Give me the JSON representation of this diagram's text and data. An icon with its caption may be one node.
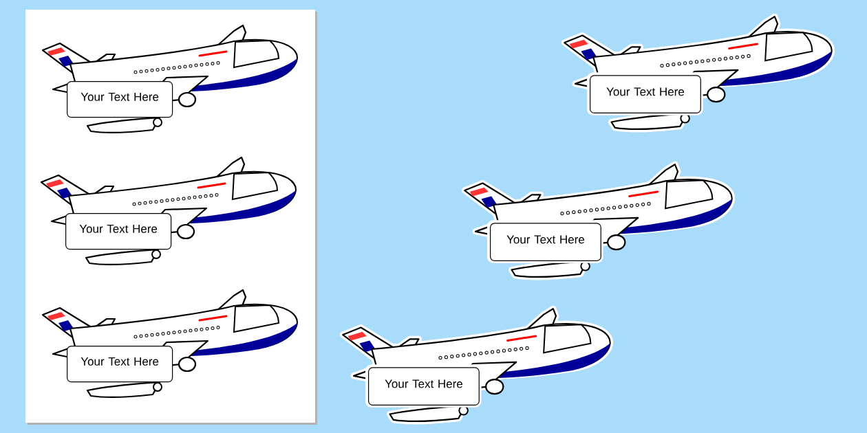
{
  "diagram": {
    "nodes": [
      {
        "text": [
          "Your Text Here"
        ]
      },
      {
        "text": [
          "Your Text Here"
        ]
      },
      {
        "text": [
          "Your Text Here"
        ]
      },
      {
        "text": [
          "Your Text Here"
        ]
      },
      {
        "text": [
          "Your Text Here"
        ]
      },
      {
        "text": [
          "Your Text Here"
        ]
      }
    ]
  }
}
